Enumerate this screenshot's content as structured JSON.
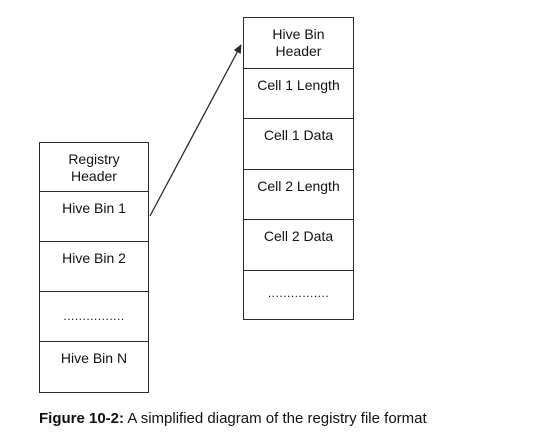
{
  "registry_file": {
    "cells": [
      {
        "label": "Registry\nHeader"
      },
      {
        "label": "Hive Bin 1"
      },
      {
        "label": "Hive Bin 2"
      },
      {
        "label": "................"
      },
      {
        "label": "Hive Bin N"
      }
    ]
  },
  "hive_bin": {
    "cells": [
      {
        "label": "Hive Bin\nHeader"
      },
      {
        "label": "Cell 1 Length"
      },
      {
        "label": "Cell 1 Data"
      },
      {
        "label": "Cell 2 Length"
      },
      {
        "label": "Cell 2 Data"
      },
      {
        "label": "................"
      }
    ]
  },
  "caption": {
    "figure_label": "Figure 10-2:",
    "text": "A simplified diagram of the registry file format"
  }
}
